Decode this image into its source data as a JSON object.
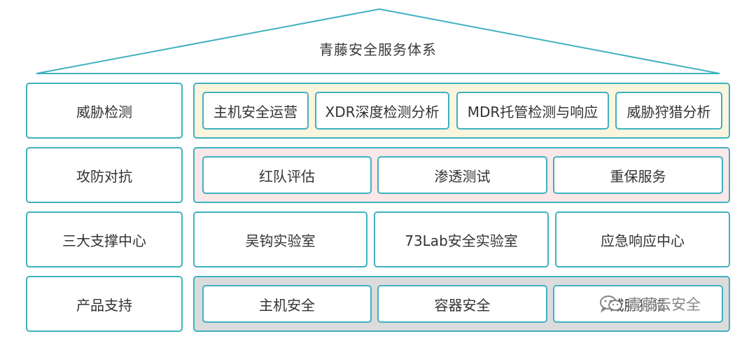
{
  "title": "青藤安全服务体系",
  "rows": [
    {
      "label": "威胁检测",
      "items": [
        "主机安全运营",
        "XDR深度检测分析",
        "MDR托管检测与响应",
        "威胁狩猎分析"
      ]
    },
    {
      "label": "攻防对抗",
      "items": [
        "红队评估",
        "渗透测试",
        "重保服务"
      ]
    },
    {
      "label": "三大支撑中心",
      "items": [
        "吴钩实验室",
        "73Lab安全实验室",
        "应急响应中心"
      ]
    },
    {
      "label": "产品支持",
      "items": [
        "主机安全",
        "容器安全",
        "威胁狩猎"
      ]
    }
  ],
  "watermark": {
    "text": "青藤云安全",
    "icon": "wechat-icon"
  },
  "colors": {
    "border": "#3fb1bf",
    "threat_bg": "#fbf5de",
    "attack_bg": "#fbe7e8",
    "product_bg": "#dcdcdc"
  }
}
